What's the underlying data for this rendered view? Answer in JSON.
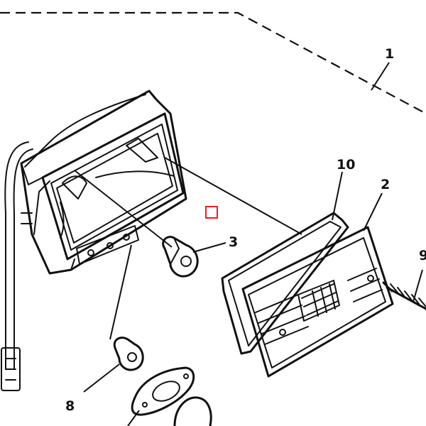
{
  "callouts": [
    {
      "id": "1",
      "label": "1"
    },
    {
      "id": "10",
      "label": "10"
    },
    {
      "id": "2",
      "label": "2"
    },
    {
      "id": "3",
      "label": "3"
    },
    {
      "id": "8",
      "label": "8"
    },
    {
      "id": "9",
      "label": "9"
    }
  ],
  "colors": {
    "line": "#111111",
    "background": "#ffffff",
    "marker": "#e32222"
  }
}
